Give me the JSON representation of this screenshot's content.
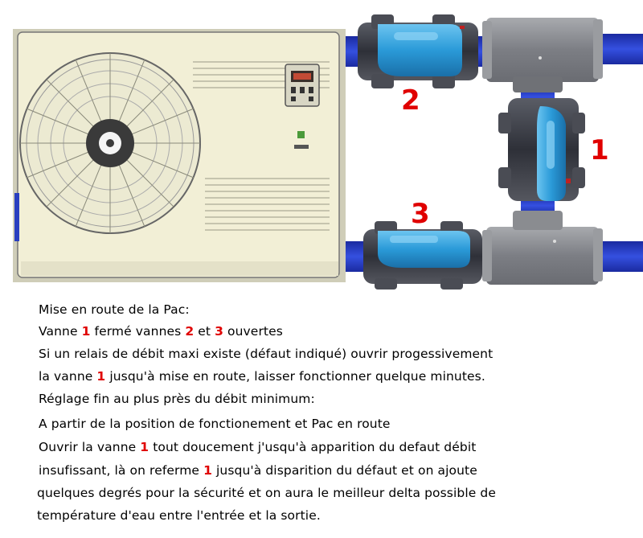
{
  "labels": {
    "valve_1": "1",
    "valve_2": "2",
    "valve_3": "3"
  },
  "lines": [
    [
      {
        "t": "Mise en route de la Pac:"
      }
    ],
    [
      {
        "t": "Vanne "
      },
      {
        "t": "1",
        "h": true
      },
      {
        "t": " fermé vannes "
      },
      {
        "t": "2",
        "h": true
      },
      {
        "t": " et "
      },
      {
        "t": "3",
        "h": true
      },
      {
        "t": " ouvertes"
      }
    ],
    [
      {
        "t": "Si un relais de débit maxi existe (défaut indiqué) ouvrir progessivement"
      }
    ],
    [
      {
        "t": "la vanne "
      },
      {
        "t": "1",
        "h": true
      },
      {
        "t": " jusqu'à mise en route, laisser fonctionner quelque minutes."
      }
    ],
    [
      {
        "t": "Réglage fin au plus près du débit minimum:"
      }
    ],
    [
      {
        "t": "A partir de la position de fonctionement et Pac en route"
      }
    ],
    [
      {
        "t": "Ouvrir la vanne "
      },
      {
        "t": "1",
        "h": true
      },
      {
        "t": " tout doucement j'usqu'à apparition du defaut débit"
      }
    ],
    [
      {
        "t": "insufissant, là on referme "
      },
      {
        "t": "1",
        "h": true
      },
      {
        "t": " jusqu'à disparition du défaut et on ajoute"
      }
    ],
    [
      {
        "t": "quelques degrés pour la sécurité et on aura le meilleur delta possible de"
      }
    ],
    [
      {
        "t": "température d'eau entre l'entrée et la sortie."
      }
    ]
  ],
  "colors": {
    "highlight": "#e00000",
    "pipe": "#2a3fc0",
    "valve_blue": "#2a9ad8",
    "fitting": "#8e9094",
    "unit_body": "#f2efd6"
  },
  "icons": {
    "fan": "fan-icon",
    "control_panel": "control-panel-icon"
  }
}
